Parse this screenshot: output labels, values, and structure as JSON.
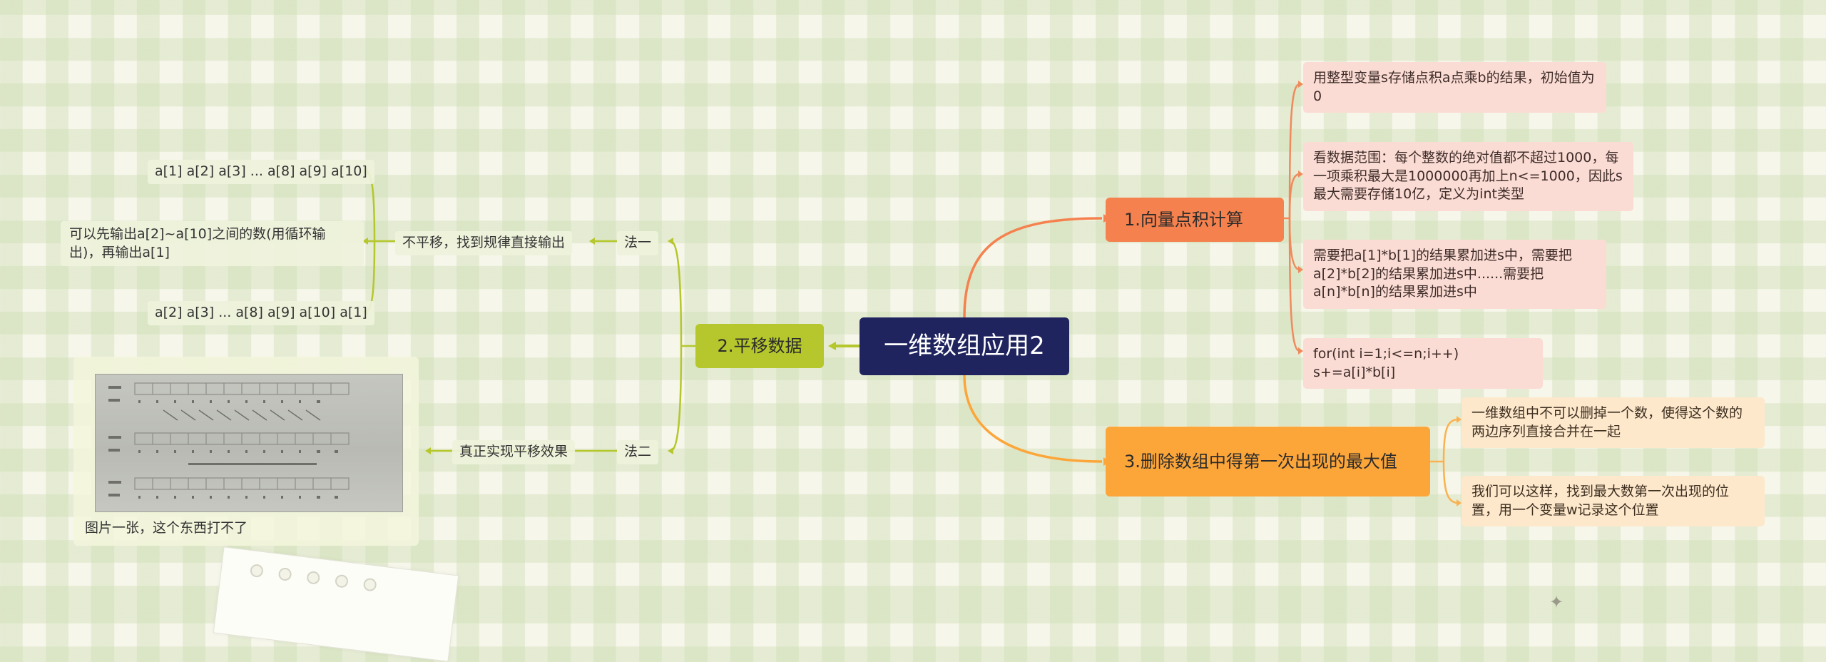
{
  "root": {
    "label": "一维数组应用2"
  },
  "branch1": {
    "label": "1.向量点积计算",
    "color": "#f5814e",
    "children": [
      "用整型变量s存储点积a点乘b的结果，初始值为0",
      "看数据范围：每个整数的绝对值都不超过1000，每一项乘积最大是1000000再加上n<=1000，因此s最大需要存储10亿，定义为int类型",
      "需要把a[1]*b[1]的结果累加进s中，需要把a[2]*b[2]的结果累加进s中......需要把a[n]*b[n]的结果累加进s中",
      "for(int i=1;i<=n;i++) s+=a[i]*b[i]"
    ]
  },
  "branch2": {
    "label": "2.平移数据",
    "color": "#b5c72c",
    "method1": {
      "label": "法一",
      "child": "不平移，找到规律直接输出",
      "leaves": [
        "a[1] a[2] a[3] ... a[8] a[9] a[10]",
        "可以先输出a[2]~a[10]之间的数(用循环输出)，再输出a[1]",
        "a[2] a[3] ... a[8] a[9] a[10] a[1]"
      ]
    },
    "method2": {
      "label": "法二",
      "child": "真正实现平移效果",
      "image_caption": "图片一张，这个东西打不了"
    }
  },
  "branch3": {
    "label": "3.删除数组中得第一次出现的最大值",
    "color": "#fca63a",
    "children": [
      "一维数组中不可以删掉一个数，使得这个数的两边序列直接合并在一起",
      "我们可以这样，找到最大数第一次出现的位置，用一个变量w记录这个位置"
    ]
  }
}
